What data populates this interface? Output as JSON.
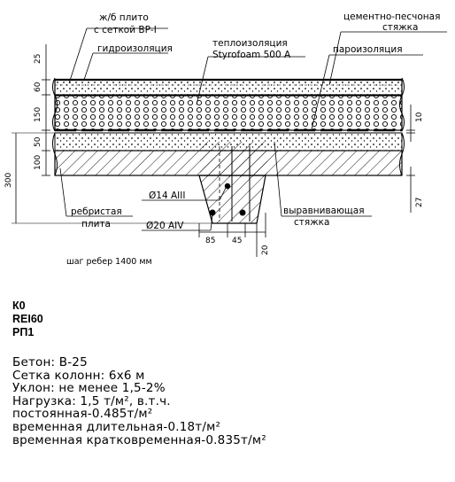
{
  "labels": {
    "slab": "ж/б плито",
    "mesh": "с сеткой ВР-I",
    "waterproofing": "гидроизоляция",
    "insulation": "теплоизоляция",
    "insulation_brand": "Styrofoam 500 A",
    "screed": "цементно-песчоная",
    "screed2": "стяжка",
    "vapor": "пароизоляция",
    "rebar14": "Ø14 AIII",
    "rebar20": "Ø20 AIV",
    "ribbed1": "ребристая",
    "ribbed2": "плита",
    "leveling1": "выравнивающая",
    "leveling2": "стяжка",
    "rib_step": "шаг ребер 1400 мм"
  },
  "dims": {
    "d25": "25",
    "d60": "60",
    "d150": "150",
    "d50": "50",
    "d100": "100",
    "d300": "300",
    "d10": "10",
    "d27": "27",
    "d85": "85",
    "d45": "45",
    "d20": "20"
  },
  "classes": [
    "К0",
    "REI60",
    "РП1"
  ],
  "specs": [
    "Бетон: B-25",
    "Сетка колонн: 6х6 м",
    "Уклон: не менее 1,5-2%",
    "Нагрузка: 1,5 т/м², в.т.ч.",
    "постоянная-0.485т/м²",
    "временная длительная-0.18т/м²",
    "временная кратковременная-0.835т/м²"
  ]
}
